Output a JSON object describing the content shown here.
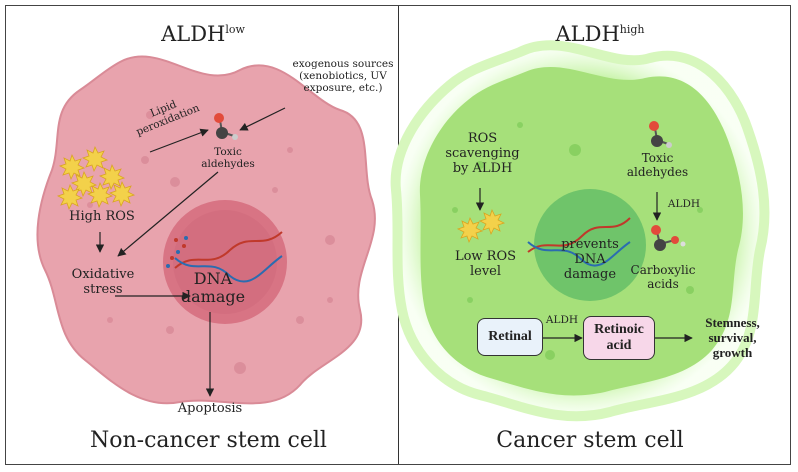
{
  "left": {
    "title_main": "ALDH",
    "title_sup": "low",
    "lipid_line1": "Lipid",
    "lipid_line2": "peroxidation",
    "exogenous_line1": "exogenous sources",
    "exogenous_line2": "(xenobiotics, UV",
    "exogenous_line3": "exposure, etc.)",
    "toxic_line1": "Toxic",
    "toxic_line2": "aldehydes",
    "high_ros": "High ROS",
    "oxidative_line1": "Oxidative",
    "oxidative_line2": "stress",
    "dna_line1": "DNA",
    "dna_line2": "damage",
    "apoptosis": "Apoptosis",
    "caption": "Non-cancer stem cell"
  },
  "right": {
    "title_main": "ALDH",
    "title_sup": "high",
    "ros_line1": "ROS",
    "ros_line2": "scavenging",
    "ros_line3": "by ALDH",
    "toxic_line1": "Toxic",
    "toxic_line2": "aldehydes",
    "aldh_arrow": "ALDH",
    "low_ros_line1": "Low ROS",
    "low_ros_line2": "level",
    "prevents_line1": "prevents",
    "prevents_line2": "DNA",
    "prevents_line3": "damage",
    "carboxylic_line1": "Carboxylic",
    "carboxylic_line2": "acids",
    "retinal": "Retinal",
    "aldh_retinal": "ALDH",
    "retinoic_line1": "Retinoic",
    "retinoic_line2": "acid",
    "stemness_line1": "Stemness,",
    "stemness_line2": "survival,",
    "stemness_line3": "growth",
    "caption": "Cancer stem cell"
  },
  "colors": {
    "left_cell": "#e8a3ad",
    "left_nucleus": "#d87484",
    "right_cell": "#a6e07a",
    "right_glow": "#c9f5a8",
    "right_nucleus": "#6fc46a",
    "retinal_box": "#e9f2fa",
    "retinoic_box": "#f7d7e9",
    "ros_star": "#f3d14a"
  },
  "icons": [
    "aldehyde-molecule-icon",
    "ros-star-icon",
    "dna-helix-icon"
  ]
}
